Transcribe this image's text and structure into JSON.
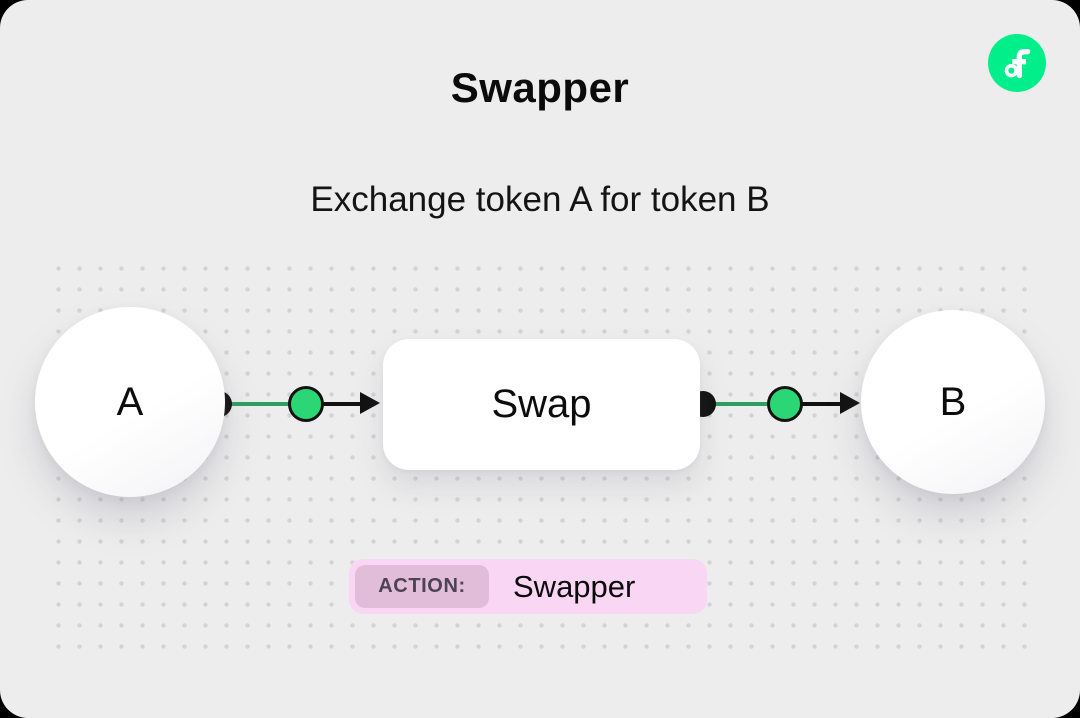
{
  "header": {
    "title": "Swapper",
    "subtitle": "Exchange token A for token B"
  },
  "logo": {
    "name": "Flow",
    "color": "#00ef8b"
  },
  "diagram": {
    "node_a_label": "A",
    "node_b_label": "B",
    "process_label": "Swap"
  },
  "action": {
    "label": "ACTION:",
    "value": "Swapper"
  },
  "colors": {
    "panel_background": "#ededed",
    "connector_green": "#2bd775",
    "connector_black": "#111111",
    "pill_background": "#f9d7f4",
    "badge_background": "#e2bdda"
  }
}
